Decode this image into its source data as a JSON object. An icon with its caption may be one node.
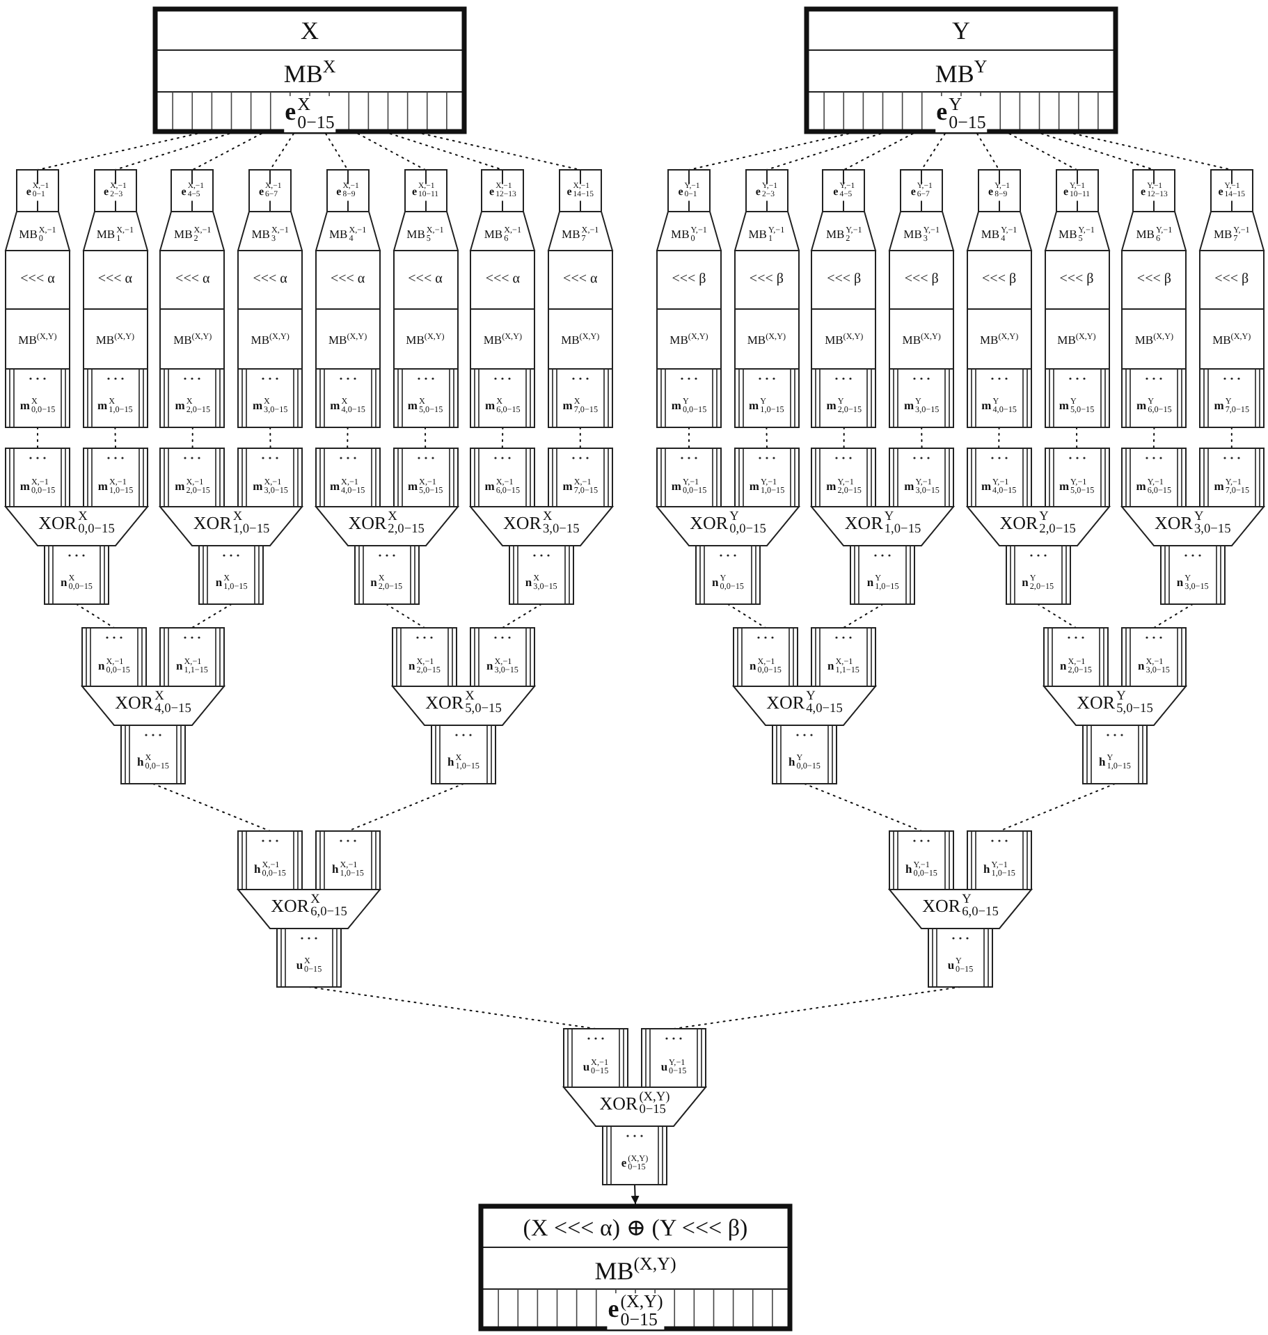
{
  "diagram": {
    "nodes": [
      {
        "text": [
          "X",
          "MB$^{X}$",
          "**e**$^{X}$$_{0−15}$"
        ]
      },
      {
        "text": [
          "Y",
          "MB$^{Y}$",
          "**e**$^{Y}$$_{0−15}$"
        ]
      },
      {
        "text": [
          "**e**$^{X,−1}$$_{0−1}$",
          "MB$^{X,−1}$$_{0}$",
          "<<< α",
          "MB$^{(X,Y)}$",
          "**m**$^{X}$$_{0,0−15}$"
        ]
      },
      {
        "text": [
          "**e**$^{X,−1}$$_{2−3}$",
          "MB$^{X,−1}$$_{1}$",
          "<<< α",
          "MB$^{(X,Y)}$",
          "**m**$^{X}$$_{1,0−15}$"
        ]
      },
      {
        "text": [
          "**e**$^{X,−1}$$_{4−5}$",
          "MB$^{X,−1}$$_{2}$",
          "<<< α",
          "MB$^{(X,Y)}$",
          "**m**$^{X}$$_{2,0−15}$"
        ]
      },
      {
        "text": [
          "**e**$^{X,−1}$$_{6−7}$",
          "MB$^{X,−1}$$_{3}$",
          "<<< α",
          "MB$^{(X,Y)}$",
          "**m**$^{X}$$_{3,0−15}$"
        ]
      },
      {
        "text": [
          "**e**$^{X,−1}$$_{8−9}$",
          "MB$^{X,−1}$$_{4}$",
          "<<< α",
          "MB$^{(X,Y)}$",
          "**m**$^{X}$$_{4,0−15}$"
        ]
      },
      {
        "text": [
          "**e**$^{X,−1}$$_{10−11}$",
          "MB$^{X,−1}$$_{5}$",
          "<<< α",
          "MB$^{(X,Y)}$",
          "**m**$^{X}$$_{5,0−15}$"
        ]
      },
      {
        "text": [
          "**e**$^{X,−1}$$_{12−13}$",
          "MB$^{X,−1}$$_{6}$",
          "<<< α",
          "MB$^{(X,Y)}$",
          "**m**$^{X}$$_{6,0−15}$"
        ]
      },
      {
        "text": [
          "**e**$^{X,−1}$$_{14−15}$",
          "MB$^{X,−1}$$_{7}$",
          "<<< α",
          "MB$^{(X,Y)}$",
          "**m**$^{X}$$_{7,0−15}$"
        ]
      },
      {
        "text": [
          "**e**$^{Y,−1}$$_{0−1}$",
          "MB$^{Y,−1}$$_{0}$",
          "<<< β",
          "MB$^{(X,Y)}$",
          "**m**$^{Y}$$_{0,0−15}$"
        ]
      },
      {
        "text": [
          "**e**$^{Y,−1}$$_{2−3}$",
          "MB$^{Y,−1}$$_{1}$",
          "<<< β",
          "MB$^{(X,Y)}$",
          "**m**$^{Y}$$_{1,0−15}$"
        ]
      },
      {
        "text": [
          "**e**$^{Y,−1}$$_{4−5}$",
          "MB$^{Y,−1}$$_{2}$",
          "<<< β",
          "MB$^{(X,Y)}$",
          "**m**$^{Y}$$_{2,0−15}$"
        ]
      },
      {
        "text": [
          "**e**$^{Y,−1}$$_{6−7}$",
          "MB$^{Y,−1}$$_{3}$",
          "<<< β",
          "MB$^{(X,Y)}$",
          "**m**$^{Y}$$_{3,0−15}$"
        ]
      },
      {
        "text": [
          "**e**$^{Y,−1}$$_{8−9}$",
          "MB$^{Y,−1}$$_{4}$",
          "<<< β",
          "MB$^{(X,Y)}$",
          "**m**$^{Y}$$_{4,0−15}$"
        ]
      },
      {
        "text": [
          "**e**$^{Y,−1}$$_{10−11}$",
          "MB$^{Y,−1}$$_{5}$",
          "<<< β",
          "MB$^{(X,Y)}$",
          "**m**$^{Y}$$_{5,0−15}$"
        ]
      },
      {
        "text": [
          "**e**$^{Y,−1}$$_{12−13}$",
          "MB$^{Y,−1}$$_{6}$",
          "<<< β",
          "MB$^{(X,Y)}$",
          "**m**$^{Y}$$_{6,0−15}$"
        ]
      },
      {
        "text": [
          "**e**$^{Y,−1}$$_{14−15}$",
          "MB$^{Y,−1}$$_{7}$",
          "<<< β",
          "MB$^{(X,Y)}$",
          "**m**$^{Y}$$_{7,0−15}$"
        ]
      },
      {
        "text": [
          "**m**$^{X,−1}$$_{0,0−15}$",
          "**m**$^{X,−1}$$_{1,0−15}$",
          "XOR$^{X}$$_{0,0−15}$",
          "**n**$^{X}$$_{0,0−15}$"
        ]
      },
      {
        "text": [
          "**m**$^{X,−1}$$_{2,0−15}$",
          "**m**$^{X,−1}$$_{3,0−15}$",
          "XOR$^{X}$$_{1,0−15}$",
          "**n**$^{X}$$_{1,0−15}$"
        ]
      },
      {
        "text": [
          "**m**$^{X,−1}$$_{4,0−15}$",
          "**m**$^{X,−1}$$_{5,0−15}$",
          "XOR$^{X}$$_{2,0−15}$",
          "**n**$^{X}$$_{2,0−15}$"
        ]
      },
      {
        "text": [
          "**m**$^{X,−1}$$_{6,0−15}$",
          "**m**$^{X,−1}$$_{7,0−15}$",
          "XOR$^{X}$$_{3,0−15}$",
          "**n**$^{X}$$_{3,0−15}$"
        ]
      },
      {
        "text": [
          "**m**$^{Y,−1}$$_{0,0−15}$",
          "**m**$^{Y,−1}$$_{1,0−15}$",
          "XOR$^{Y}$$_{0,0−15}$",
          "**n**$^{Y}$$_{0,0−15}$"
        ]
      },
      {
        "text": [
          "**m**$^{Y,−1}$$_{2,0−15}$",
          "**m**$^{Y,−1}$$_{3,0−15}$",
          "XOR$^{Y}$$_{1,0−15}$",
          "**n**$^{Y}$$_{1,0−15}$"
        ]
      },
      {
        "text": [
          "**m**$^{Y,−1}$$_{4,0−15}$",
          "**m**$^{Y,−1}$$_{5,0−15}$",
          "XOR$^{Y}$$_{2,0−15}$",
          "**n**$^{Y}$$_{2,0−15}$"
        ]
      },
      {
        "text": [
          "**m**$^{Y,−1}$$_{6,0−15}$",
          "**m**$^{Y,−1}$$_{7,0−15}$",
          "XOR$^{Y}$$_{3,0−15}$",
          "**n**$^{Y}$$_{3,0−15}$"
        ]
      },
      {
        "text": [
          "**n**$^{X,−1}$$_{0,0−15}$",
          "**n**$^{X,−1}$$_{1,1−15}$",
          "XOR$^{X}$$_{4,0−15}$",
          "**h**$^{X}$$_{0,0−15}$"
        ]
      },
      {
        "text": [
          "**n**$^{X,−1}$$_{2,0−15}$",
          "**n**$^{X,−1}$$_{3,0−15}$",
          "XOR$^{X}$$_{5,0−15}$",
          "**h**$^{X}$$_{1,0−15}$"
        ]
      },
      {
        "text": [
          "**n**$^{X,−1}$$_{0,0−15}$",
          "**n**$^{X,−1}$$_{1,1−15}$",
          "XOR$^{Y}$$_{4,0−15}$",
          "**h**$^{Y}$$_{0,0−15}$"
        ]
      },
      {
        "text": [
          "**n**$^{X,−1}$$_{2,0−15}$",
          "**n**$^{X,−1}$$_{3,0−15}$",
          "XOR$^{Y}$$_{5,0−15}$",
          "**h**$^{Y}$$_{1,0−15}$"
        ]
      },
      {
        "text": [
          "**h**$^{X,−1}$$_{0,0−15}$",
          "**h**$^{X,−1}$$_{1,0−15}$",
          "XOR$^{X}$$_{6,0−15}$",
          "**u**$^{X}$$_{0−15}$"
        ]
      },
      {
        "text": [
          "**h**$^{Y,−1}$$_{0,0−15}$",
          "**h**$^{Y,−1}$$_{1,0−15}$",
          "XOR$^{Y}$$_{6,0−15}$",
          "**u**$^{Y}$$_{0−15}$"
        ]
      },
      {
        "text": [
          "**u**$^{X,−1}$$_{0−15}$",
          "**u**$^{Y,−1}$$_{0−15}$",
          "XOR$^{(X,Y)}$$_{0−15}$",
          "**e**$^{(X,Y)}$$_{0−15}$"
        ]
      },
      {
        "text": [
          "(X <<< α) ⊕ (Y <<< β)",
          "MB$^{(X,Y)}$",
          "**e**$^{(X,Y)}$$_{0−15}$"
        ]
      }
    ],
    "edges": [
      {
        "from": 0,
        "to": 2,
        "arrow": "none",
        "style": "dashed"
      },
      {
        "from": 0,
        "to": 3,
        "arrow": "none",
        "style": "dashed"
      },
      {
        "from": 0,
        "to": 4,
        "arrow": "none",
        "style": "dashed"
      },
      {
        "from": 0,
        "to": 5,
        "arrow": "none",
        "style": "dashed"
      },
      {
        "from": 0,
        "to": 6,
        "arrow": "none",
        "style": "dashed"
      },
      {
        "from": 0,
        "to": 7,
        "arrow": "none",
        "style": "dashed"
      },
      {
        "from": 0,
        "to": 8,
        "arrow": "none",
        "style": "dashed"
      },
      {
        "from": 0,
        "to": 9,
        "arrow": "none",
        "style": "dashed"
      },
      {
        "from": 1,
        "to": 10,
        "arrow": "none",
        "style": "dashed"
      },
      {
        "from": 1,
        "to": 11,
        "arrow": "none",
        "style": "dashed"
      },
      {
        "from": 1,
        "to": 12,
        "arrow": "none",
        "style": "dashed"
      },
      {
        "from": 1,
        "to": 13,
        "arrow": "none",
        "style": "dashed"
      },
      {
        "from": 1,
        "to": 14,
        "arrow": "none",
        "style": "dashed"
      },
      {
        "from": 1,
        "to": 15,
        "arrow": "none",
        "style": "dashed"
      },
      {
        "from": 1,
        "to": 16,
        "arrow": "none",
        "style": "dashed"
      },
      {
        "from": 1,
        "to": 17,
        "arrow": "none",
        "style": "dashed"
      },
      {
        "from": 2,
        "to": 18,
        "arrow": "none",
        "style": "dashed"
      },
      {
        "from": 3,
        "to": 18,
        "arrow": "none",
        "style": "dashed"
      },
      {
        "from": 4,
        "to": 19,
        "arrow": "none",
        "style": "dashed"
      },
      {
        "from": 5,
        "to": 19,
        "arrow": "none",
        "style": "dashed"
      },
      {
        "from": 6,
        "to": 20,
        "arrow": "none",
        "style": "dashed"
      },
      {
        "from": 7,
        "to": 20,
        "arrow": "none",
        "style": "dashed"
      },
      {
        "from": 8,
        "to": 21,
        "arrow": "none",
        "style": "dashed"
      },
      {
        "from": 9,
        "to": 21,
        "arrow": "none",
        "style": "dashed"
      },
      {
        "from": 10,
        "to": 22,
        "arrow": "none",
        "style": "dashed"
      },
      {
        "from": 11,
        "to": 22,
        "arrow": "none",
        "style": "dashed"
      },
      {
        "from": 12,
        "to": 23,
        "arrow": "none",
        "style": "dashed"
      },
      {
        "from": 13,
        "to": 23,
        "arrow": "none",
        "style": "dashed"
      },
      {
        "from": 14,
        "to": 24,
        "arrow": "none",
        "style": "dashed"
      },
      {
        "from": 15,
        "to": 24,
        "arrow": "none",
        "style": "dashed"
      },
      {
        "from": 16,
        "to": 25,
        "arrow": "none",
        "style": "dashed"
      },
      {
        "from": 17,
        "to": 25,
        "arrow": "none",
        "style": "dashed"
      },
      {
        "from": 18,
        "to": 26,
        "arrow": "none",
        "style": "dashed"
      },
      {
        "from": 19,
        "to": 26,
        "arrow": "none",
        "style": "dashed"
      },
      {
        "from": 20,
        "to": 27,
        "arrow": "none",
        "style": "dashed"
      },
      {
        "from": 21,
        "to": 27,
        "arrow": "none",
        "style": "dashed"
      },
      {
        "from": 22,
        "to": 28,
        "arrow": "none",
        "style": "dashed"
      },
      {
        "from": 23,
        "to": 28,
        "arrow": "none",
        "style": "dashed"
      },
      {
        "from": 24,
        "to": 29,
        "arrow": "none",
        "style": "dashed"
      },
      {
        "from": 25,
        "to": 29,
        "arrow": "none",
        "style": "dashed"
      },
      {
        "from": 26,
        "to": 30,
        "arrow": "none",
        "style": "dashed"
      },
      {
        "from": 27,
        "to": 30,
        "arrow": "none",
        "style": "dashed"
      },
      {
        "from": 28,
        "to": 31,
        "arrow": "none",
        "style": "dashed"
      },
      {
        "from": 29,
        "to": 31,
        "arrow": "none",
        "style": "dashed"
      },
      {
        "from": 30,
        "to": 32,
        "arrow": "none",
        "style": "dashed"
      },
      {
        "from": 31,
        "to": 32,
        "arrow": "none",
        "style": "dashed"
      },
      {
        "from": 32,
        "to": 33,
        "arrow": "to"
      }
    ]
  }
}
